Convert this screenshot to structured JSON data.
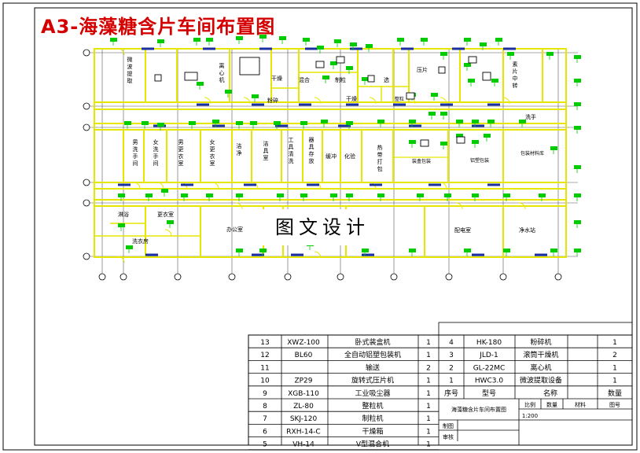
{
  "title": "A3-海藻糖含片车间布置图",
  "watermark": "图文设计",
  "colors": {
    "wall": "#e6e600",
    "equipment": "#00cc00",
    "door": "#1a2fa0",
    "text": "#000000",
    "title": "#d40000",
    "frame": "#000000"
  },
  "rooms": {
    "r1": "微波提取",
    "r2": "离心机",
    "r3": "干燥",
    "r4": "粉碎",
    "r5": "混合",
    "r6": "制粒",
    "r7": "干燥",
    "r8": "选",
    "r9": "整粒",
    "r10": "压片",
    "r11": "素片中转",
    "r12": "洗手",
    "r13": "男洗手间",
    "r14": "女洗手间",
    "r15": "男更衣室",
    "r16": "女更衣室",
    "r17": "洁净",
    "r18": "洁具室",
    "r19": "工具清洗",
    "r20": "器具存放",
    "r21": "缓冲",
    "r22": "化验",
    "r23": "热带打包",
    "r24": "装盒包装",
    "r25": "铝塑包装",
    "r26": "包装材料库",
    "r27": "淋浴",
    "r28": "更衣室",
    "r29": "洗衣房",
    "r30": "办公室",
    "r31": "间",
    "r32": "配电室",
    "r33": "净水站"
  },
  "table": {
    "left_rows": [
      {
        "no": "13",
        "model": "XWZ-100",
        "name": "卧式装盒机",
        "qty": "1"
      },
      {
        "no": "12",
        "model": "BL60",
        "name": "全自动铝塑包装机",
        "qty": "1"
      },
      {
        "no": "11",
        "model": "",
        "name": "输送",
        "qty": "2"
      },
      {
        "no": "10",
        "model": "ZP29",
        "name": "旋转式压片机",
        "qty": "1"
      },
      {
        "no": "9",
        "model": "XGB-110",
        "name": "工业吸尘器",
        "qty": "1"
      },
      {
        "no": "8",
        "model": "ZL-80",
        "name": "整粒机",
        "qty": "1"
      },
      {
        "no": "7",
        "model": "SKJ-120",
        "name": "制粒机",
        "qty": "1"
      },
      {
        "no": "6",
        "model": "RXH-14-C",
        "name": "干燥箱",
        "qty": "1"
      },
      {
        "no": "5",
        "model": "VH-14",
        "name": "V型混合机",
        "qty": "1"
      }
    ],
    "right_rows": [
      {
        "no": "4",
        "model": "HK-180",
        "name": "粉碎机",
        "qty": "1"
      },
      {
        "no": "3",
        "model": "JLD-1",
        "name": "滚筒干燥机",
        "qty": "2"
      },
      {
        "no": "2",
        "model": "GL-22MC",
        "name": "离心机",
        "qty": "1"
      },
      {
        "no": "1",
        "model": "HWC3.0",
        "name": "微波提取设备",
        "qty": "1"
      }
    ],
    "header": {
      "no": "序号",
      "model": "型号",
      "name": "名称",
      "qty": "数量"
    },
    "block_title": "海藻糖含片车间布置图",
    "scale_label": "比例",
    "scale_value": "1:200",
    "qty_label": "数量",
    "material_label": "材料",
    "drawing_no_label": "图号",
    "drawn_label": "制图",
    "checked_label": "审核"
  }
}
